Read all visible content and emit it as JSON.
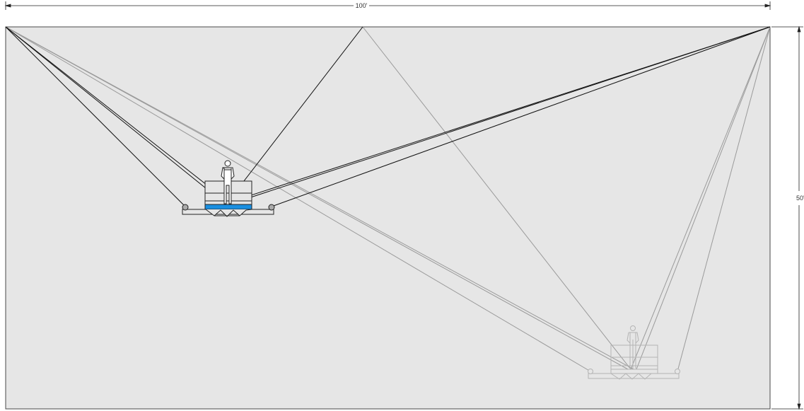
{
  "dimensions": {
    "width_label": "100'",
    "height_label": "50'"
  },
  "colors": {
    "field_background": "#e6e6e6",
    "field_border": "#4a4a4a",
    "active_cable": "#111111",
    "ghost_cable": "#9a9a9a",
    "platform_outline": "#222222",
    "ghost_outline": "#b4b4b4",
    "water_fill": "#1a8fe0",
    "dimension_line": "#222222"
  },
  "scene": {
    "active_rig_state": "current",
    "ghost_rig_state": "previous"
  }
}
